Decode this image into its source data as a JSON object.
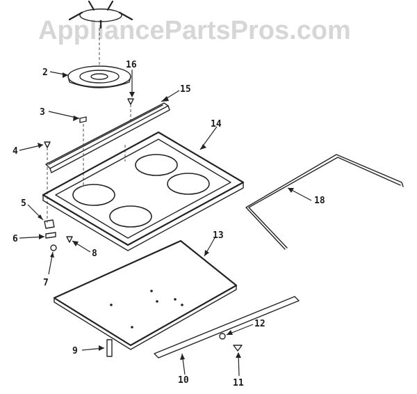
{
  "watermark": "AppliancePartsPros.com",
  "callouts": {
    "c2": "2",
    "c3": "3",
    "c4": "4",
    "c5": "5",
    "c6": "6",
    "c7": "7",
    "c8": "8",
    "c9": "9",
    "c10": "10",
    "c11": "11",
    "c12": "12",
    "c13": "13",
    "c14": "14",
    "c15": "15",
    "c16": "16",
    "c18": "18"
  }
}
